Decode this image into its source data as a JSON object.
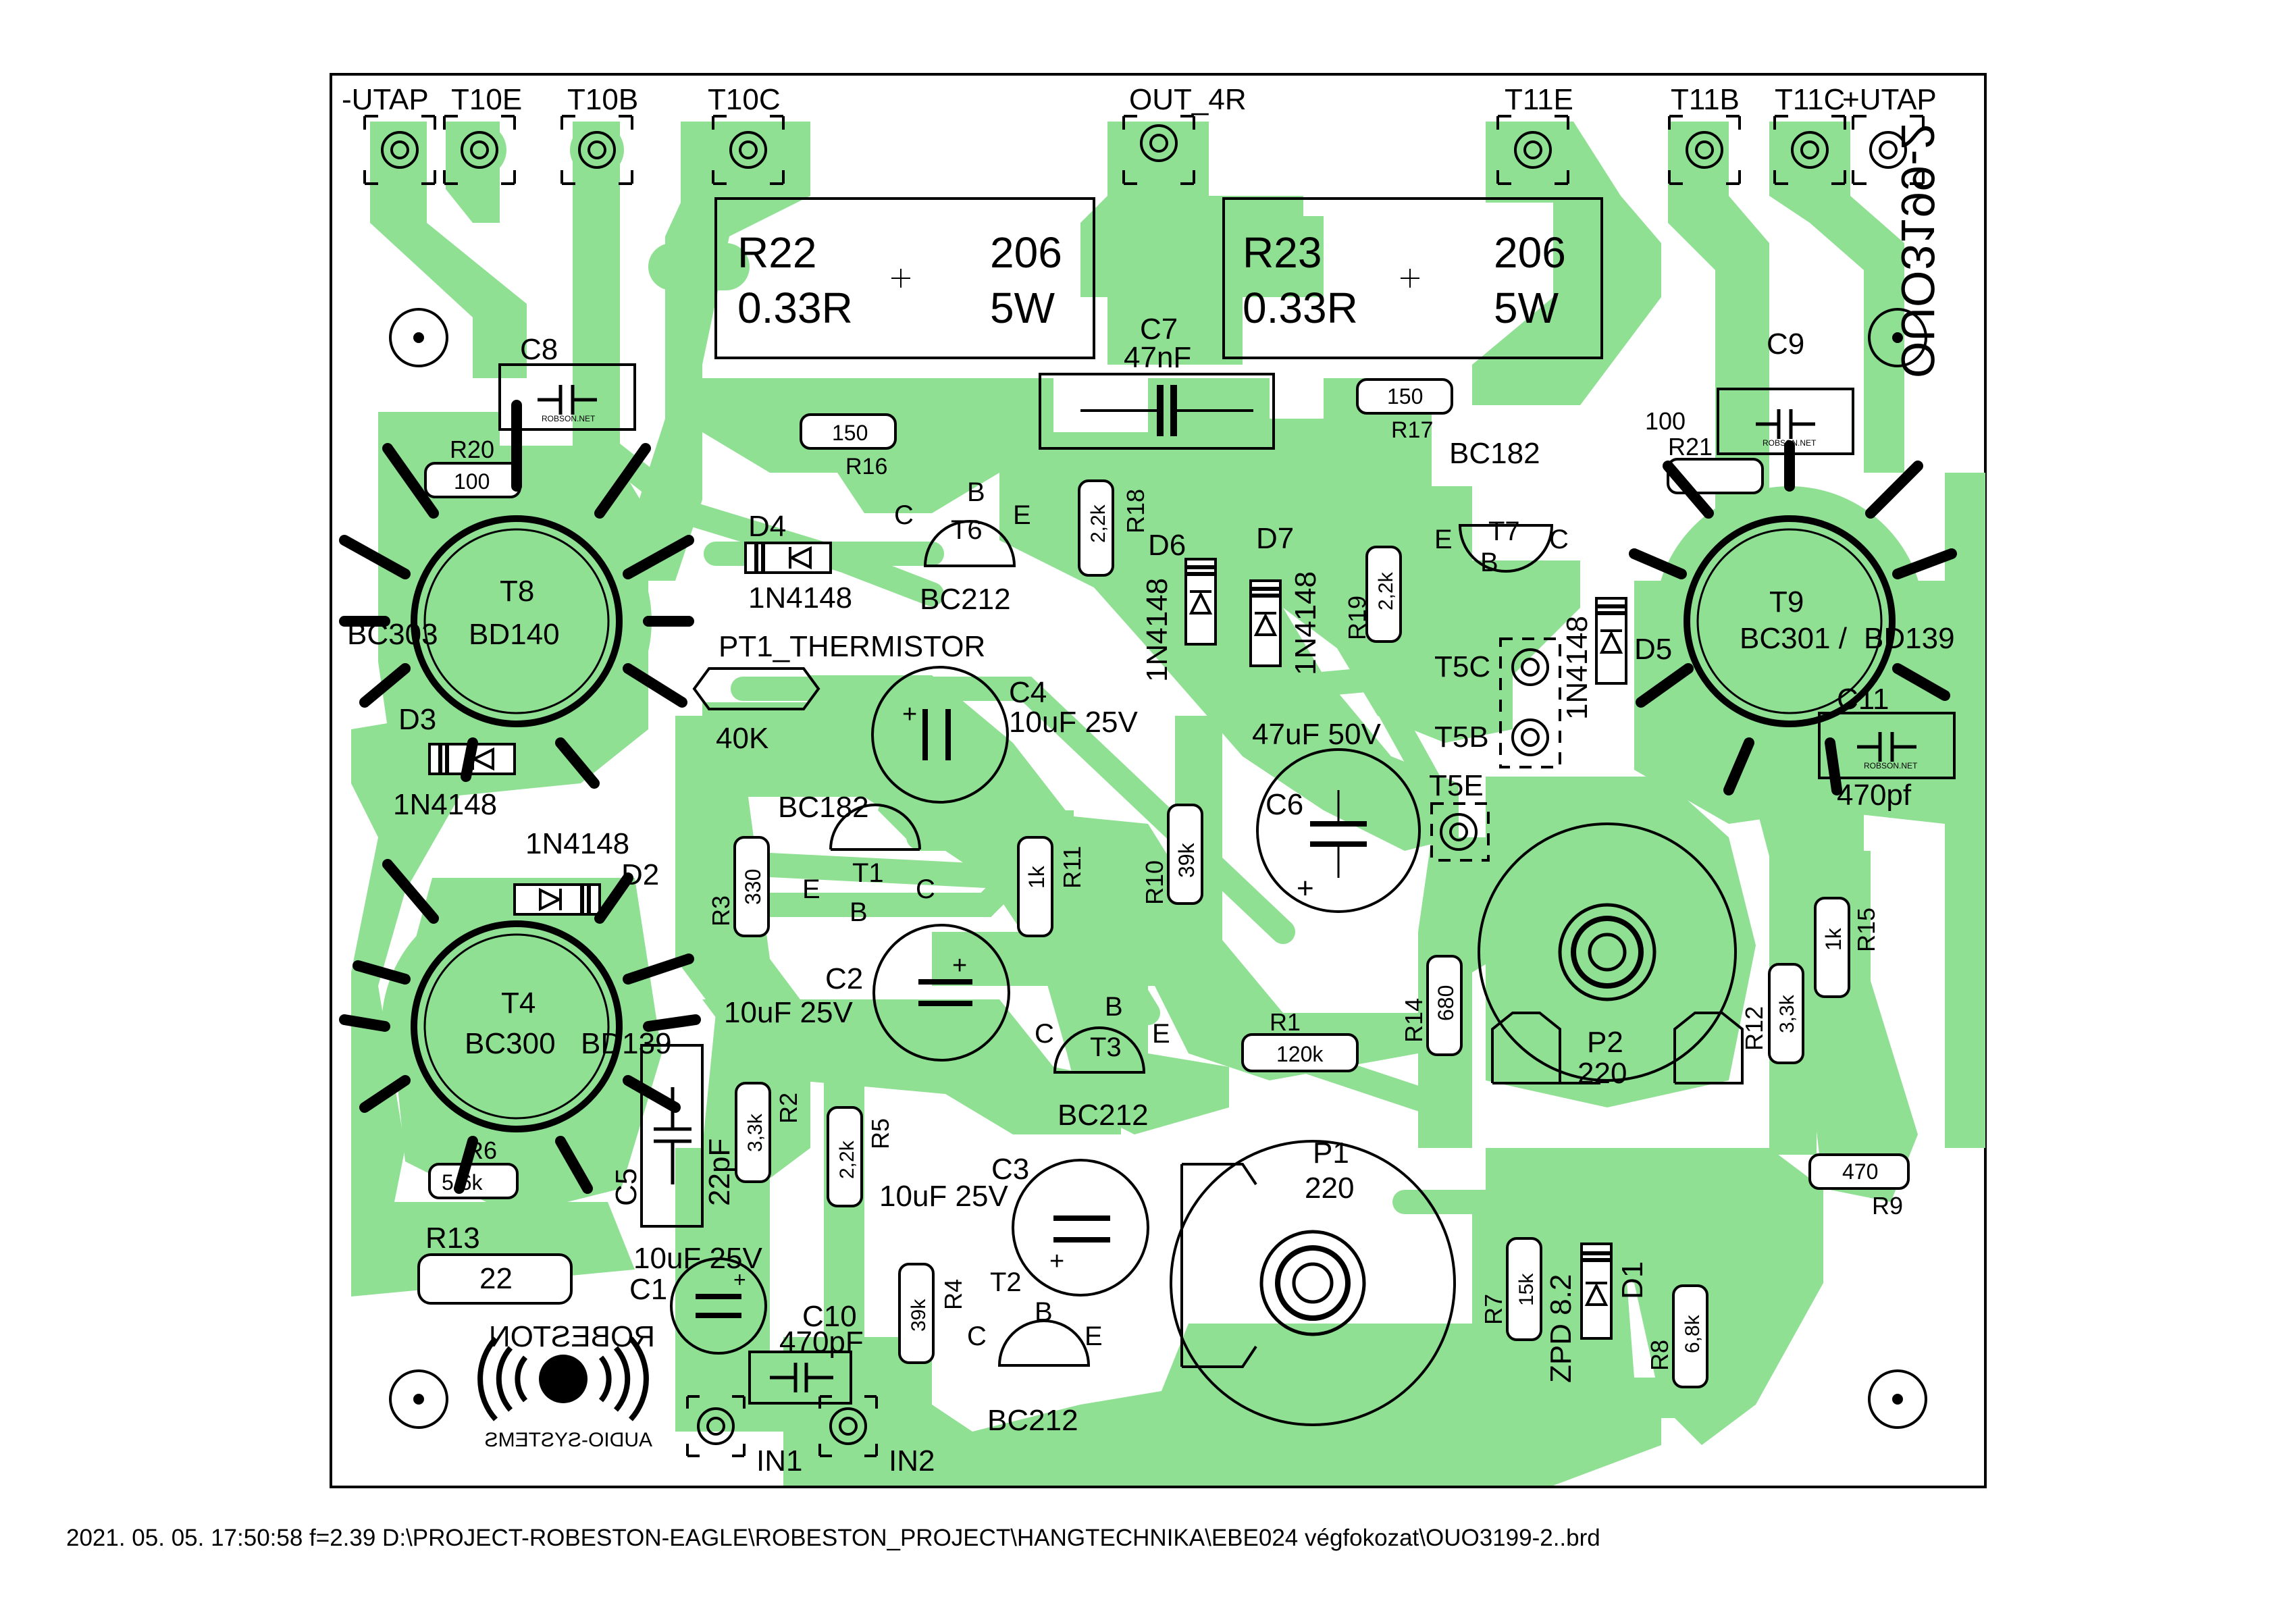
{
  "colors": {
    "copper": "#8fe093",
    "silk": "#000000",
    "board": "#ffffff"
  },
  "connectors": {
    "minus_utap": "-UTAP",
    "t10e": "T10E",
    "t10b": "T10B",
    "t10c": "T10C",
    "out_4r": "OUT_4R",
    "t11e": "T11E",
    "t11b": "T11B",
    "t11c": "T11C",
    "plus_utap": "+UTAP",
    "in1": "IN1",
    "in2": "IN2"
  },
  "power_resistors": {
    "r22": {
      "name": "R22",
      "value": "0.33R",
      "code": "206",
      "power": "5W"
    },
    "r23": {
      "name": "R23",
      "value": "0.33R",
      "code": "206",
      "power": "5W"
    }
  },
  "capacitors": {
    "c7": {
      "name": "C7",
      "value": "47nF"
    },
    "c8": {
      "name": "C8"
    },
    "c9": {
      "name": "C9"
    },
    "c11": {
      "name": "C11",
      "value": "470pf"
    },
    "c4": {
      "name": "C4",
      "value": "10uF 25V"
    },
    "c6": {
      "name": "C6",
      "value": "47uF 50V"
    },
    "c2": {
      "name": "C2",
      "value": "10uF 25V"
    },
    "c3": {
      "name": "C3",
      "value": "10uF 25V"
    },
    "c1": {
      "name": "C1",
      "value": "10uF 25V"
    },
    "c5": {
      "name": "C5",
      "value": "22pF"
    },
    "c10": {
      "name": "C10",
      "value": "470pF"
    },
    "cap_brand": "ROBSON.NET"
  },
  "resistors": {
    "r16": {
      "name": "R16",
      "value": "150"
    },
    "r17": {
      "name": "R17",
      "value": "150"
    },
    "r18": {
      "name": "R18",
      "value": "2,2k"
    },
    "r19": {
      "name": "R19",
      "value": "2,2k"
    },
    "r20": {
      "name": "R20",
      "value": "100"
    },
    "r21": {
      "name": "R21",
      "value": "100"
    },
    "r3": {
      "name": "R3",
      "value": "330"
    },
    "r11": {
      "name": "R11",
      "value": "1k"
    },
    "r10": {
      "name": "R10",
      "value": "39k"
    },
    "r1": {
      "name": "R1",
      "value": "120k"
    },
    "r14": {
      "name": "R14",
      "value": "680"
    },
    "r12": {
      "name": "R12",
      "value": "3,3k"
    },
    "r15": {
      "name": "R15",
      "value": "1k"
    },
    "r9": {
      "name": "R9",
      "value": "470"
    },
    "r2": {
      "name": "R2",
      "value": "3,3k"
    },
    "r5": {
      "name": "R5",
      "value": "2,2k"
    },
    "r4": {
      "name": "R4",
      "value": "39k"
    },
    "r6": {
      "name": "R6",
      "value": "5,6k"
    },
    "r13": {
      "name": "R13",
      "value": "22"
    },
    "r7": {
      "name": "R7",
      "value": "15k"
    },
    "r8": {
      "name": "R8",
      "value": "6,8k"
    }
  },
  "diodes": {
    "d4": {
      "name": "D4",
      "value": "1N4148"
    },
    "d6": {
      "name": "D6",
      "value": "1N4148"
    },
    "d7": {
      "name": "D7",
      "value": "1N4148"
    },
    "d5": {
      "name": "D5",
      "value": "1N4148"
    },
    "d3": {
      "name": "D3",
      "value": "1N4148"
    },
    "d2": {
      "name": "D2",
      "value": "1N4148"
    },
    "d1": {
      "name": "D1",
      "value": "ZPD 8.2"
    }
  },
  "transistors": {
    "t6": {
      "name": "T6",
      "type": "BC212",
      "c": "C",
      "b": "B",
      "e": "E"
    },
    "t7": {
      "name": "T7",
      "type": "BC182",
      "c": "C",
      "b": "B",
      "e": "E"
    },
    "t1": {
      "name": "T1",
      "type": "BC182",
      "c": "C",
      "b": "B",
      "e": "E"
    },
    "t3": {
      "name": "T3",
      "type": "BC212",
      "c": "C",
      "b": "B",
      "e": "E"
    },
    "t2": {
      "name": "T2",
      "type": "BC212",
      "c": "C",
      "b": "B",
      "e": "E"
    },
    "t8": {
      "name": "T8",
      "type": "BD140",
      "alt": "BC303"
    },
    "t9": {
      "name": "T9",
      "type": "BD139",
      "alt": "BC301 /"
    },
    "t4": {
      "name": "T4",
      "type": "BD139",
      "alt": "BC300"
    },
    "t5c": "T5C",
    "t5b": "T5B",
    "t5e": "T5E"
  },
  "thermistor": {
    "name": "PT1_THERMISTOR",
    "value": "40K"
  },
  "trimmers": {
    "p1": {
      "name": "P1",
      "value": "220"
    },
    "p2": {
      "name": "P2",
      "value": "220"
    }
  },
  "logo": {
    "brand": "ROBESTON",
    "sub": "AUDIO-SYSTEMS"
  },
  "board_name_mirrored": "OUO3199-2",
  "footer": "2021. 05. 05. 17:50:58  f=2.39  D:\\PROJECT-ROBESTON-EAGLE\\ROBESTON_PROJECT\\HANGTECHNIKA\\EBE024 végfokozat\\OUO3199-2..brd"
}
